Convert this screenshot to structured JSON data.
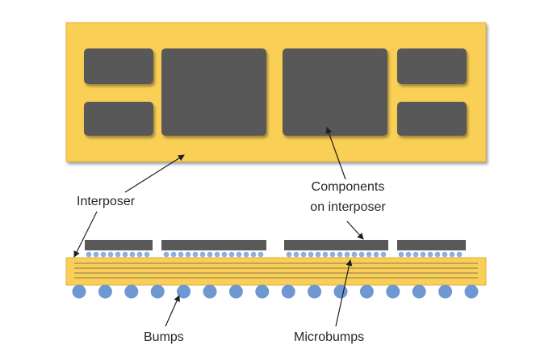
{
  "labels": {
    "interposer": "Interposer",
    "components_line1": "Components",
    "components_line2": "on interposer",
    "bumps": "Bumps",
    "microbumps": "Microbumps"
  },
  "colors": {
    "interposer_fill": "#F9CF57",
    "interposer_edge": "#E0B23E",
    "component_fill": "#595959",
    "component_shadow": "#3f3f3f",
    "bump_fill": "#6F97D1",
    "microbump_fill": "#8FB0DF",
    "wire_line": "#8a7a50",
    "arrow": "#1f1f1f"
  }
}
